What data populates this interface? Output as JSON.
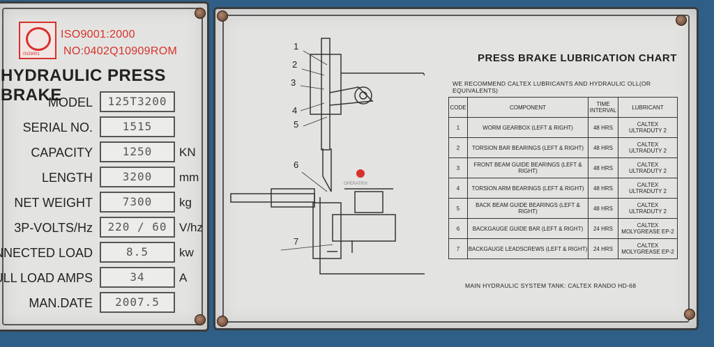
{
  "left_plate": {
    "cert_line1": "ISO9001:2000",
    "cert_line2": "NO:0402Q10909ROM",
    "logo_caption": "ISO9001",
    "title": "HYDRAULIC PRESS BRAKE",
    "specs": [
      {
        "label": "MODEL",
        "value": "125T3200",
        "unit": ""
      },
      {
        "label": "SERIAL NO.",
        "value": "1515",
        "unit": ""
      },
      {
        "label": "CAPACITY",
        "value": "1250",
        "unit": "KN"
      },
      {
        "label": "LENGTH",
        "value": "3200",
        "unit": "mm"
      },
      {
        "label": "NET WEIGHT",
        "value": "7300",
        "unit": "kg"
      },
      {
        "label": "3P-VOLTS/Hz",
        "value": "220 / 60",
        "unit": "V/hz"
      },
      {
        "label": "CONNECTED LOAD",
        "value": "8.5",
        "unit": "kw"
      },
      {
        "label": "FULL LOAD AMPS",
        "value": "34",
        "unit": "A"
      },
      {
        "label": "MAN.DATE",
        "value": "2007.5",
        "unit": ""
      }
    ]
  },
  "right_plate": {
    "title": "PRESS BRAKE LUBRICATION CHART",
    "recommend": "WE RECOMMEND CALTEX LUBRICANTS AND HYDRAULIC OLL(OR EQUIVALENTS)",
    "diagram_labels": [
      "1",
      "2",
      "3",
      "4",
      "5",
      "6",
      "7"
    ],
    "watermark": "OPERATRIX",
    "table": {
      "headers": [
        "CODE",
        "COMPONENT",
        "TIME INTERVAL",
        "LUBRICANT"
      ],
      "rows": [
        {
          "code": "1",
          "component": "WORM GEARBOX (LEFT & RIGHT)",
          "interval": "48 HRS",
          "lubricant_l1": "CALTEX",
          "lubricant_l2": "ULTRADUTY 2"
        },
        {
          "code": "2",
          "component": "TORSION BAR BEARINGS (LEFT & RIGHT)",
          "interval": "48 HRS",
          "lubricant_l1": "CALTEX",
          "lubricant_l2": "ULTRADUTY 2"
        },
        {
          "code": "3",
          "component": "FRONT BEAM GUIDE BEARINGS (LEFT & RIGHT)",
          "interval": "48 HRS",
          "lubricant_l1": "CALTEX",
          "lubricant_l2": "ULTRADUTY 2"
        },
        {
          "code": "4",
          "component": "TORSION ARM BEARINGS (LEFT & RIGHT)",
          "interval": "48 HRS",
          "lubricant_l1": "CALTEX",
          "lubricant_l2": "ULTRADUTY 2"
        },
        {
          "code": "5",
          "component": "BACK BEAM GUIDE BEARINGS (LEFT & RIGHT)",
          "interval": "48 HRS",
          "lubricant_l1": "CALTEX",
          "lubricant_l2": "ULTRADUTY 2"
        },
        {
          "code": "6",
          "component": "BACKGAUGE GUIDE BAR (LEFT & RIGHT)",
          "interval": "24 HRS",
          "lubricant_l1": "CALTEX",
          "lubricant_l2": "MOLYGREASE EP-2"
        },
        {
          "code": "7",
          "component": "BACKGAUGE LEADSCREWS (LEFT & RIGHT)",
          "interval": "24 HRS",
          "lubricant_l1": "CALTEX",
          "lubricant_l2": "MOLYGREASE EP-2"
        }
      ]
    },
    "footer": "MAIN HYDRAULIC SYSTEM TANK: CALTEX RANDO HD-68"
  },
  "colors": {
    "background": "#2f5f86",
    "plate": "#e3e4e1",
    "cert_red": "#d8302c"
  }
}
